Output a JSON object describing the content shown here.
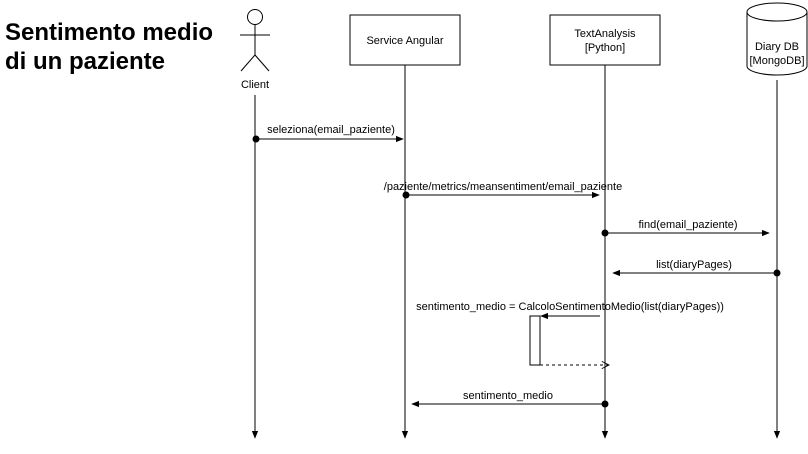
{
  "title": {
    "line1": "Sentimento medio",
    "line2": "di un paziente"
  },
  "participants": {
    "client": {
      "label": "Client",
      "icon": "actor-stick-figure-icon"
    },
    "service": {
      "label": "Service Angular"
    },
    "textanalysis": {
      "line1": "TextAnalysis",
      "line2": "[Python]"
    },
    "db": {
      "line1": "Diary DB",
      "line2": "[MongoDB]",
      "icon": "database-cylinder-icon"
    }
  },
  "messages": [
    {
      "label": "seleziona(email_paziente)",
      "from": "client",
      "to": "service",
      "style": "solid"
    },
    {
      "label": "/paziente/metrics/meansentiment/email_paziente",
      "from": "service",
      "to": "textanalysis",
      "style": "solid"
    },
    {
      "label": "find(email_paziente)",
      "from": "textanalysis",
      "to": "db",
      "style": "solid"
    },
    {
      "label": "list(diaryPages)",
      "from": "db",
      "to": "textanalysis",
      "style": "solid"
    },
    {
      "label": "sentimento_medio = CalcoloSentimentoMedio(list(diaryPages))",
      "from": "textanalysis",
      "to": "textanalysis-activation",
      "style": "solid"
    },
    {
      "label": "",
      "from": "textanalysis-activation",
      "to": "textanalysis",
      "style": "dashed"
    },
    {
      "label": "sentimento_medio",
      "from": "textanalysis",
      "to": "service",
      "style": "solid"
    }
  ]
}
